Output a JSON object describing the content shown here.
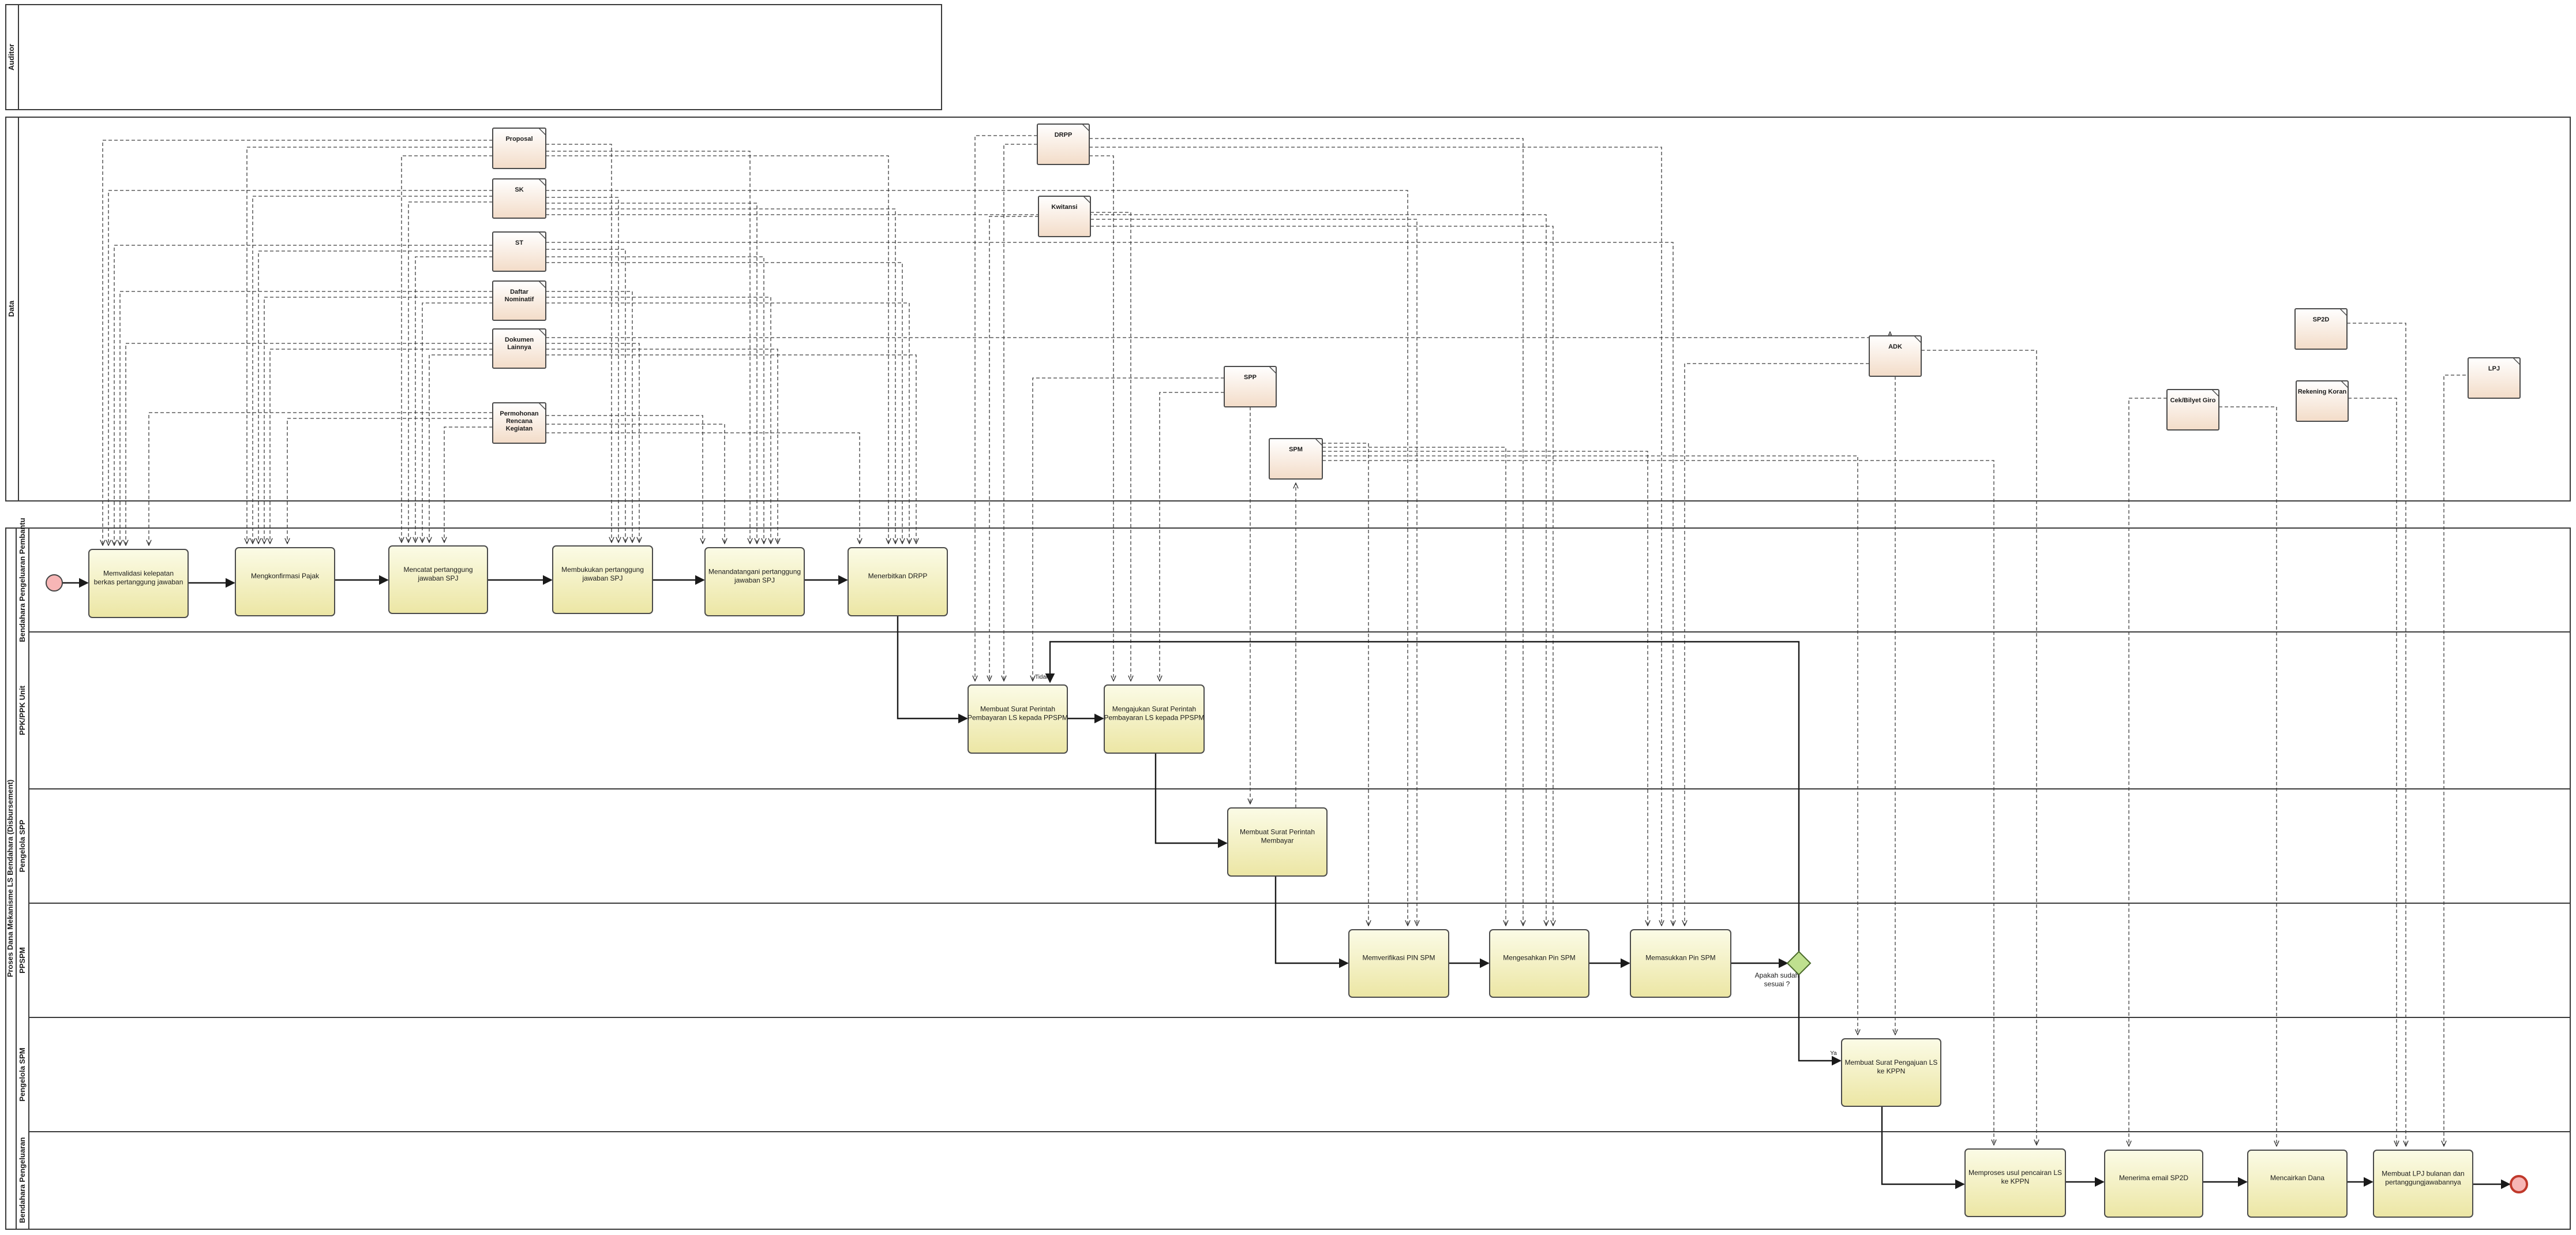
{
  "pools": {
    "top": {
      "label": "Auditor"
    },
    "data": {
      "label": "Data"
    },
    "main": {
      "label": "Proses Dana Mekanisme LS Bendahara (Disbursement)"
    }
  },
  "lanes": [
    {
      "id": "lane-bpp",
      "label": "Bendahara Pengeluaran Pembantu"
    },
    {
      "id": "lane-ppk",
      "label": "PPK/PPK Unit"
    },
    {
      "id": "lane-pspp",
      "label": "Pengelola SPP"
    },
    {
      "id": "lane-ppspm",
      "label": "PPSPM"
    },
    {
      "id": "lane-pspm",
      "label": "Pengelola SPM"
    },
    {
      "id": "lane-bp",
      "label": "Bendahara Pengeluaran"
    }
  ],
  "tasks": [
    {
      "id": "t1",
      "label": [
        "Memvalidasi kelepatan",
        "berkas pertanggung jawaban"
      ]
    },
    {
      "id": "t2",
      "label": [
        "Mengkonfirmasi Pajak"
      ]
    },
    {
      "id": "t3",
      "label": [
        "Mencatat pertanggung",
        "jawaban SPJ"
      ]
    },
    {
      "id": "t4",
      "label": [
        "Membukukan pertanggung",
        "jawaban SPJ"
      ]
    },
    {
      "id": "t5",
      "label": [
        "Menandatangani pertanggung",
        "jawaban SPJ"
      ]
    },
    {
      "id": "t6",
      "label": [
        "Menerbitkan DRPP"
      ]
    },
    {
      "id": "t7",
      "label": [
        "Membuat Surat Perintah",
        "Pembayaran LS kepada PPSPM"
      ]
    },
    {
      "id": "t8",
      "label": [
        "Mengajukan Surat Perintah",
        "Pembayaran LS kepada PPSPM"
      ]
    },
    {
      "id": "t9",
      "label": [
        "Membuat Surat Perintah",
        "Membayar"
      ]
    },
    {
      "id": "t10",
      "label": [
        "Memverifikasi PIN SPM"
      ]
    },
    {
      "id": "t11",
      "label": [
        "Mengesahkan Pin SPM"
      ]
    },
    {
      "id": "t12",
      "label": [
        "Memasukkan Pin SPM"
      ]
    },
    {
      "id": "t13",
      "label": [
        "Membuat Surat Pengajuan LS",
        "ke KPPN"
      ]
    },
    {
      "id": "t14",
      "label": [
        "Memproses usul pencairan LS",
        "ke KPPN"
      ]
    },
    {
      "id": "t15",
      "label": [
        "Menerima email SP2D"
      ]
    },
    {
      "id": "t16",
      "label": [
        "Mencairkan Dana"
      ]
    },
    {
      "id": "t17",
      "label": [
        "Membuat LPJ bulanan dan",
        "pertanggungjawabannya"
      ]
    }
  ],
  "documents": [
    {
      "id": "d-proposal",
      "label": [
        "Proposal"
      ]
    },
    {
      "id": "d-sk",
      "label": [
        "SK"
      ]
    },
    {
      "id": "d-st",
      "label": [
        "ST"
      ]
    },
    {
      "id": "d-daftar",
      "label": [
        "Daftar",
        "Nominatif"
      ]
    },
    {
      "id": "d-dokumen",
      "label": [
        "Dokumen",
        "Lainnya"
      ]
    },
    {
      "id": "d-permohonan",
      "label": [
        "Permohonan",
        "Rencana",
        "Kegiatan"
      ]
    },
    {
      "id": "d-drpp",
      "label": [
        "DRPP"
      ]
    },
    {
      "id": "d-kwitansi",
      "label": [
        "Kwitansi"
      ]
    },
    {
      "id": "d-spp",
      "label": [
        "SPP"
      ]
    },
    {
      "id": "d-spm",
      "label": [
        "SPM"
      ]
    },
    {
      "id": "d-adk",
      "label": [
        "ADK"
      ]
    },
    {
      "id": "d-cek",
      "label": [
        "Cek/Bilyet Giro"
      ]
    },
    {
      "id": "d-sp2d",
      "label": [
        "SP2D"
      ]
    },
    {
      "id": "d-rekening",
      "label": [
        "Rekening Koran"
      ]
    },
    {
      "id": "d-lpj",
      "label": [
        "LPJ"
      ]
    }
  ],
  "gateway": {
    "label": [
      "Apakah sudah",
      "sesuai ?"
    ],
    "yes_label": "Ya",
    "no_label": "Tidak"
  },
  "colors": {
    "task_top": "#fbfbe6",
    "task_bottom": "#ece6a4",
    "doc_top": "#ffffff",
    "doc_bottom": "#f3dcc8",
    "gateway": "#bfe08f",
    "start": "#f7b6b6",
    "end_stroke": "#c0392b"
  }
}
